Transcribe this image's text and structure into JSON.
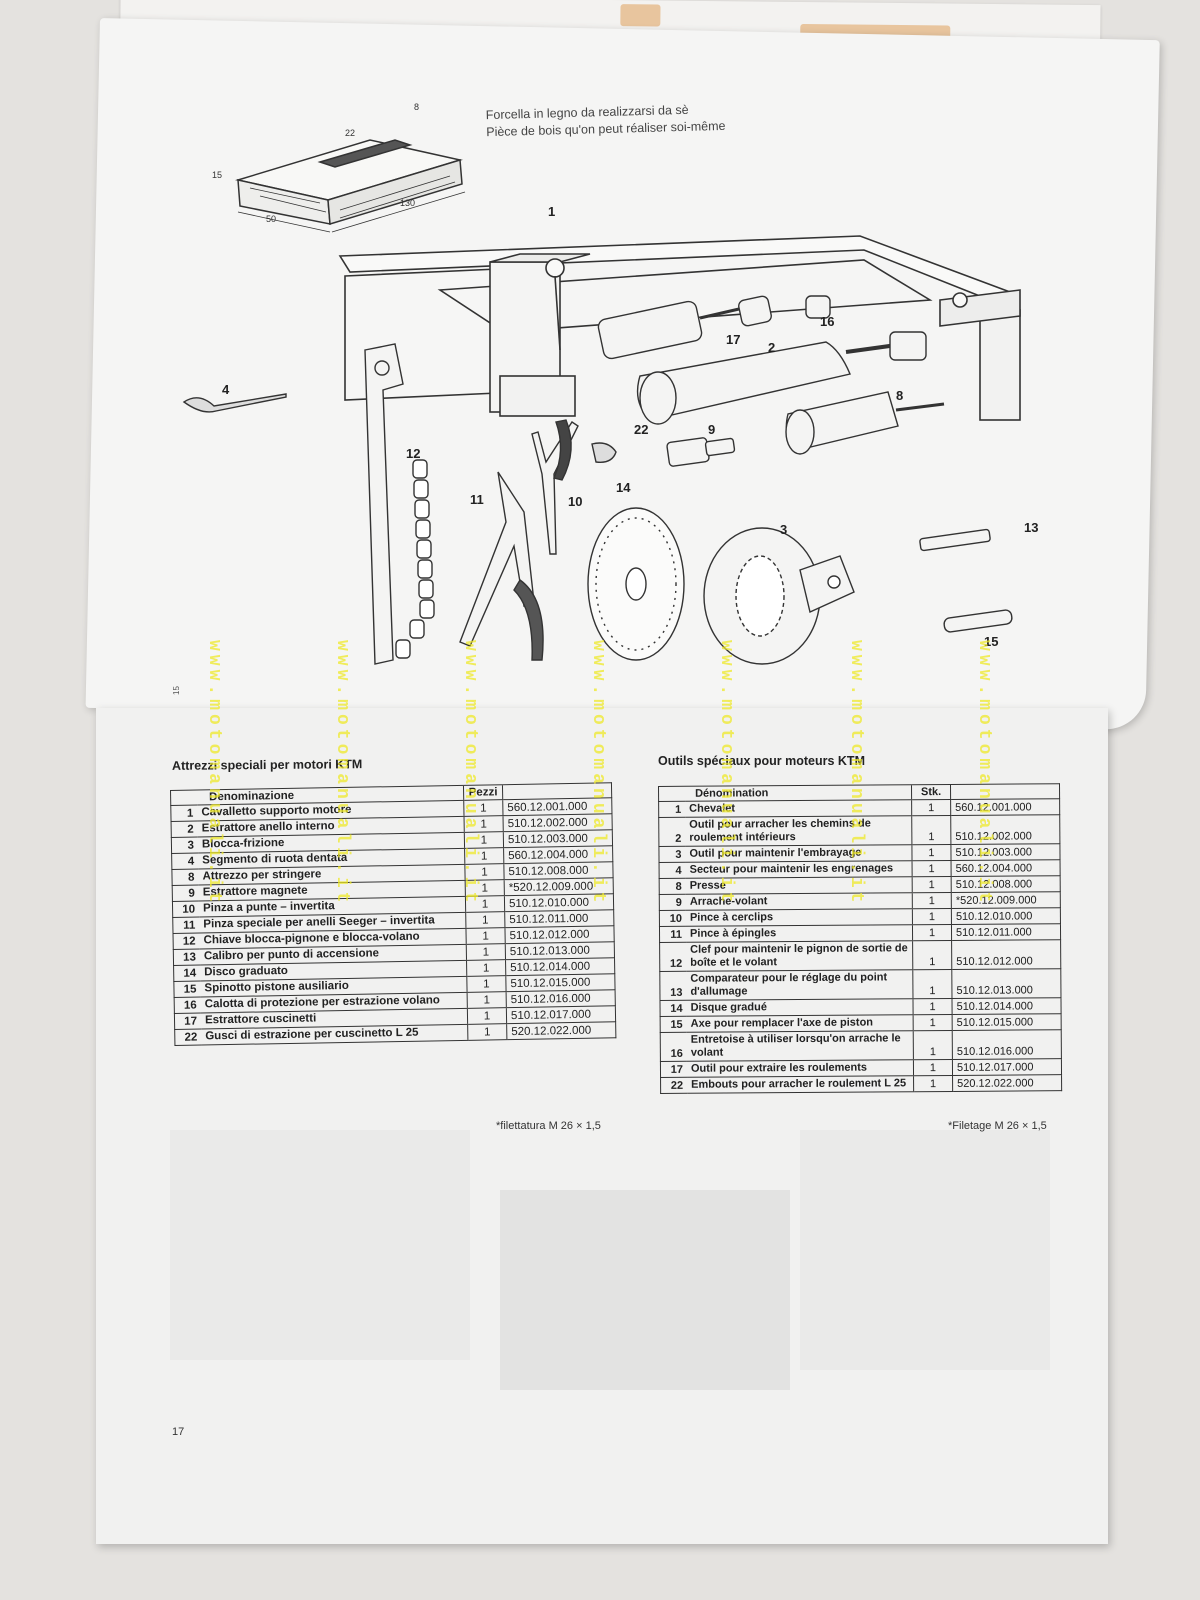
{
  "caption": {
    "line_it": "Forcella in legno da realizzarsi da sè",
    "line_fr": "Pièce de bois qu'on peut réaliser soi-même"
  },
  "drawing": {
    "callouts": [
      "1",
      "2",
      "3",
      "4",
      "8",
      "9",
      "10",
      "11",
      "12",
      "13",
      "14",
      "15",
      "16",
      "17",
      "22"
    ],
    "dimensions": [
      "8",
      "22",
      "15",
      "50",
      "130"
    ]
  },
  "italian": {
    "title": "Attrezzi speciali per motori KTM",
    "headers": {
      "name": "Denominazione",
      "qty": "Pezzi",
      "code": ""
    },
    "rows": [
      {
        "num": "1",
        "name": "Cavalletto supporto motore",
        "qty": "1",
        "code": "560.12.001.000"
      },
      {
        "num": "2",
        "name": "Estrattore anello interno",
        "qty": "1",
        "code": "510.12.002.000"
      },
      {
        "num": "3",
        "name": "Blocca-frizione",
        "qty": "1",
        "code": "510.12.003.000"
      },
      {
        "num": "4",
        "name": "Segmento di ruota dentata",
        "qty": "1",
        "code": "560.12.004.000"
      },
      {
        "num": "8",
        "name": "Attrezzo per stringere",
        "qty": "1",
        "code": "510.12.008.000"
      },
      {
        "num": "9",
        "name": "Estrattore magnete",
        "qty": "1",
        "code": "*520.12.009.000"
      },
      {
        "num": "10",
        "name": "Pinza a punte – invertita",
        "qty": "1",
        "code": "510.12.010.000"
      },
      {
        "num": "11",
        "name": "Pinza speciale per anelli Seeger – invertita",
        "qty": "1",
        "code": "510.12.011.000"
      },
      {
        "num": "12",
        "name": "Chiave blocca-pignone e blocca-volano",
        "qty": "1",
        "code": "510.12.012.000"
      },
      {
        "num": "13",
        "name": "Calibro per punto di accensione",
        "qty": "1",
        "code": "510.12.013.000"
      },
      {
        "num": "14",
        "name": "Disco graduato",
        "qty": "1",
        "code": "510.12.014.000"
      },
      {
        "num": "15",
        "name": "Spinotto pistone ausiliario",
        "qty": "1",
        "code": "510.12.015.000"
      },
      {
        "num": "16",
        "name": "Calotta di protezione per estrazione volano",
        "qty": "1",
        "code": "510.12.016.000"
      },
      {
        "num": "17",
        "name": "Estrattore cuscinetti",
        "qty": "1",
        "code": "510.12.017.000"
      },
      {
        "num": "22",
        "name": "Gusci di estrazione per cuscinetto L 25",
        "qty": "1",
        "code": "520.12.022.000"
      }
    ],
    "footnote": "*filettatura M 26 × 1,5"
  },
  "french": {
    "title": "Outils spéciaux pour moteurs KTM",
    "headers": {
      "name": "Dénomination",
      "qty": "Stk.",
      "code": ""
    },
    "rows": [
      {
        "num": "1",
        "name": "Chevalet",
        "qty": "1",
        "code": "560.12.001.000"
      },
      {
        "num": "2",
        "name": "Outil pour arracher les chemins de roulement intérieurs",
        "qty": "1",
        "code": "510.12.002.000"
      },
      {
        "num": "3",
        "name": "Outil pour maintenir l'embrayage",
        "qty": "1",
        "code": "510.12.003.000"
      },
      {
        "num": "4",
        "name": "Secteur pour maintenir les engrenages",
        "qty": "1",
        "code": "560.12.004.000"
      },
      {
        "num": "8",
        "name": "Presse",
        "qty": "1",
        "code": "510.12.008.000"
      },
      {
        "num": "9",
        "name": "Arrache-volant",
        "qty": "1",
        "code": "*520.12.009.000"
      },
      {
        "num": "10",
        "name": "Pince à cerclips",
        "qty": "1",
        "code": "510.12.010.000"
      },
      {
        "num": "11",
        "name": "Pince à épingles",
        "qty": "1",
        "code": "510.12.011.000"
      },
      {
        "num": "12",
        "name": "Clef pour maintenir le pignon de sortie de boîte et le volant",
        "qty": "1",
        "code": "510.12.012.000"
      },
      {
        "num": "13",
        "name": "Comparateur pour le réglage du point d'allumage",
        "qty": "1",
        "code": "510.12.013.000"
      },
      {
        "num": "14",
        "name": "Disque gradué",
        "qty": "1",
        "code": "510.12.014.000"
      },
      {
        "num": "15",
        "name": "Axe pour remplacer l'axe de piston",
        "qty": "1",
        "code": "510.12.015.000"
      },
      {
        "num": "16",
        "name": "Entretoise à utiliser lorsqu'on arrache le volant",
        "qty": "1",
        "code": "510.12.016.000"
      },
      {
        "num": "17",
        "name": "Outil pour extraire les roulements",
        "qty": "1",
        "code": "510.12.017.000"
      },
      {
        "num": "22",
        "name": "Embouts pour arracher le roulement L 25",
        "qty": "1",
        "code": "520.12.022.000"
      }
    ],
    "footnote": "*Filetage M 26 × 1,5"
  },
  "page_number": "17",
  "page_mark": "15",
  "watermark_text": "www.motomanuali.it"
}
